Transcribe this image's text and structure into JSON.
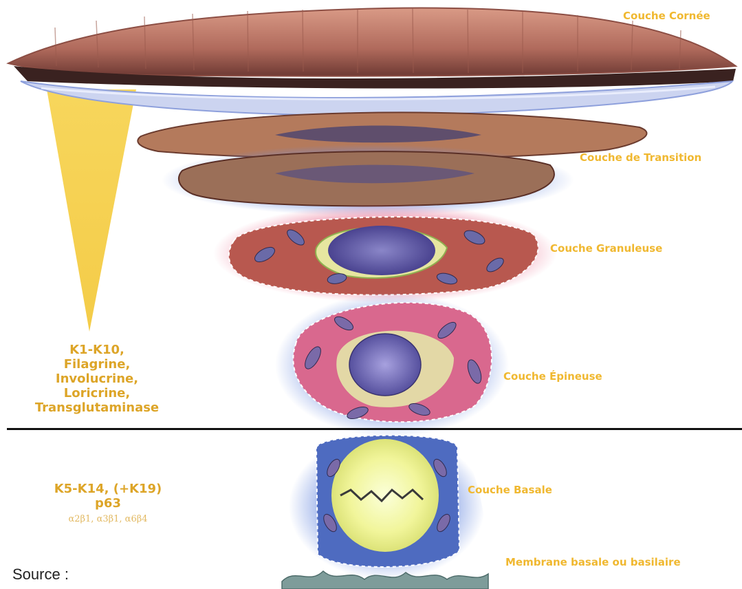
{
  "layers": {
    "corneum": "Couche Cornée",
    "transition": "Couche de Transition",
    "granular": "Couche Granuleuse",
    "spinous": "Couche Épineuse",
    "basal": "Couche Basale",
    "membrane": "Membrane basale ou basilaire"
  },
  "markers_upper": [
    "K1-K10,",
    "Filagrine,",
    "Involucrine,",
    "Loricrine,",
    "Transglutaminase"
  ],
  "markers_lower": {
    "line1": "K5-K14, (+K19)",
    "line2": "p63",
    "line3": "α2β1, α3β1, α6β4"
  },
  "source_label": "Source :",
  "colors": {
    "label": "#f0b830",
    "wedge": "#f6d35a",
    "divider": "#111111"
  }
}
